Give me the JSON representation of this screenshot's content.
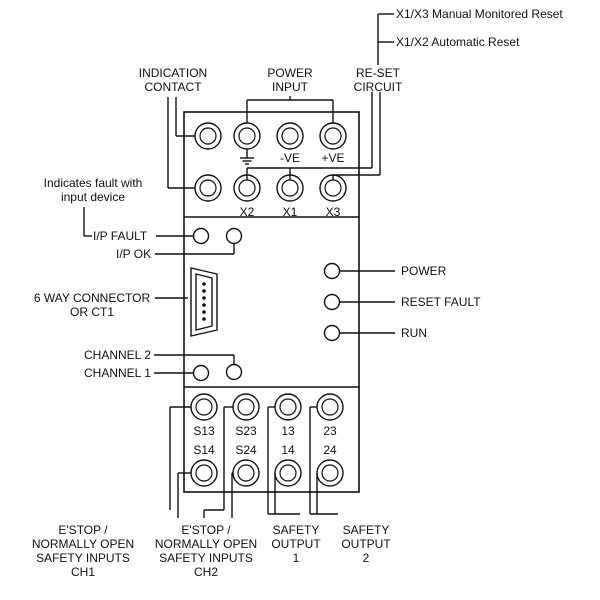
{
  "reset_options": {
    "manual": "X1/X3 Manual Monitored Reset",
    "automatic": "X1/X2 Automatic Reset"
  },
  "top_labels": {
    "indication_contact": [
      "INDICATION",
      "CONTACT"
    ],
    "power_input": [
      "POWER",
      "INPUT"
    ],
    "reset_circuit": [
      "RE-SET",
      "CIRCUIT"
    ]
  },
  "top_terminals": {
    "row1_labels": [
      "-VE",
      "+VE"
    ],
    "row2_labels": [
      "X2",
      "X1",
      "X3"
    ]
  },
  "fault_note": [
    "Indicates fault with",
    "input device"
  ],
  "left_indicators": {
    "ip_fault": "I/P FAULT",
    "ip_ok": "I/P OK",
    "connector": [
      "6 WAY CONNECTOR",
      "OR CT1"
    ],
    "channel2": "CHANNEL 2",
    "channel1": "CHANNEL 1"
  },
  "right_indicators": {
    "power": "POWER",
    "reset_fault": "RESET FAULT",
    "run": "RUN"
  },
  "bottom_terminals": {
    "row1_labels": [
      "S13",
      "S23",
      "13",
      "23"
    ],
    "row2_labels": [
      "S14",
      "S24",
      "14",
      "24"
    ]
  },
  "bottom_labels": {
    "ch1": [
      "E'STOP /",
      "NORMALLY OPEN",
      "SAFETY INPUTS",
      "CH1"
    ],
    "ch2": [
      "E'STOP /",
      "NORMALLY OPEN",
      "SAFETY INPUTS",
      "CH2"
    ],
    "out1": [
      "SAFETY",
      "OUTPUT",
      "1"
    ],
    "out2": [
      "SAFETY",
      "OUTPUT",
      "2"
    ]
  }
}
